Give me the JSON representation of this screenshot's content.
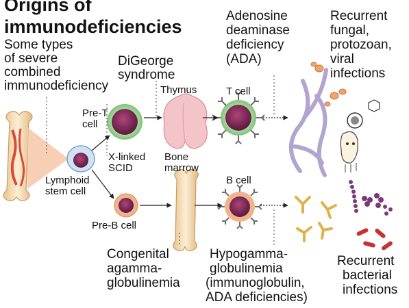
{
  "title": {
    "line1": "Origins of",
    "line2": "immunodeficiencies"
  },
  "labels": {
    "some_types": [
      "Some types",
      "of severe",
      "combined",
      "immunodeficiency"
    ],
    "digeorge": [
      "DiGeorge",
      "syndrome"
    ],
    "ada": [
      "Adenosine",
      "deaminase",
      "deficiency",
      "(ADA)"
    ],
    "recurrent_fungal": [
      "Recurrent",
      "fungal,",
      "protozoan,",
      "viral",
      "infections"
    ],
    "thymus": "Thymus",
    "t_cell": "T cell",
    "pre_t": [
      "Pre-T",
      "cell"
    ],
    "x_linked": [
      "X-linked",
      "SCID"
    ],
    "bone_marrow": [
      "Bone",
      "marrow"
    ],
    "lymphoid": [
      "Lymphoid",
      "stem cell"
    ],
    "b_cell": "B cell",
    "pre_b": "Pre-B cell",
    "congenital": [
      "Congenital",
      "agamma-",
      "globulinemia"
    ],
    "hypogamma": [
      "Hypogamma-",
      "globulinemia",
      "(immunoglobulin,",
      "ADA deficiencies)"
    ],
    "recurrent_bacterial": [
      "Recurrent",
      "bacterial",
      "infections"
    ]
  },
  "colors": {
    "cell_purple": "#7a2a55",
    "cell_halo": "#9fd49a",
    "thymus_pink": "#f3c4c8",
    "bone": "#f4dcb4",
    "bone_red": "#d84b3a",
    "receptor": "#6b6b6b",
    "antibody": "#e2b04a",
    "bacteria_purple": "#7a3a7a",
    "bacteria_red": "#c8322e"
  }
}
